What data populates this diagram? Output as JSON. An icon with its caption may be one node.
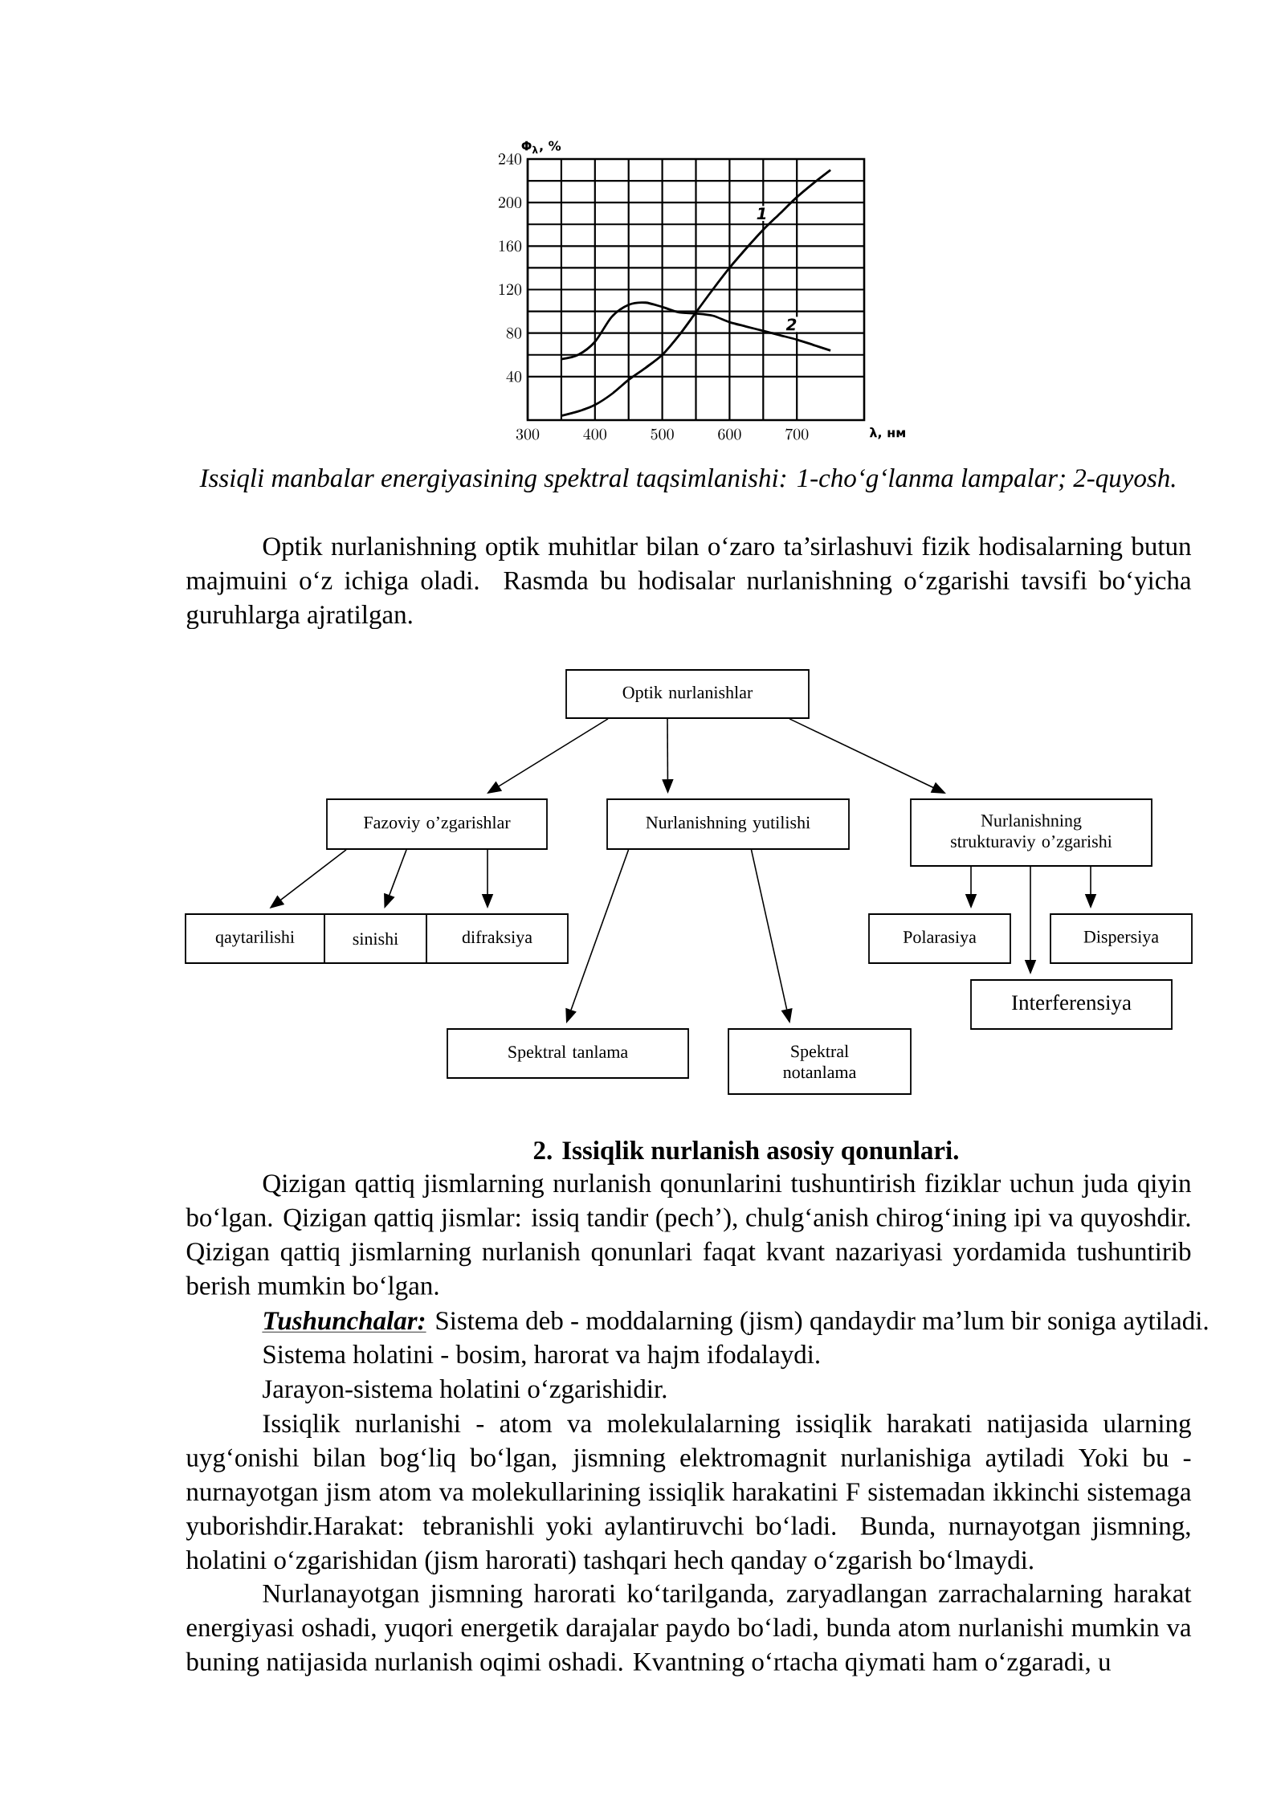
{
  "diagram": {
    "caption": "Issiqli manbalar energiyasining spektral taqsimlanishi: 1-cho‘g‘lanma lampalar; 2-quyosh.",
    "nodes": [
      {
        "text": [
          "Optik nurlanishlar"
        ]
      },
      {
        "text": [
          "Fazoviy o’zgarishlar"
        ]
      },
      {
        "text": [
          "Nurlanishning yutilishi"
        ]
      },
      {
        "text": [
          "Nurlanishning strukturaviy o’zgarishi"
        ]
      },
      {
        "text": [
          "qaytarilishi"
        ]
      },
      {
        "text": [
          "sinishi"
        ]
      },
      {
        "text": [
          "difraksiya"
        ]
      },
      {
        "text": [
          "Polarasiya"
        ]
      },
      {
        "text": [
          "Dispersiya"
        ]
      },
      {
        "text": [
          "Interferensiya"
        ]
      },
      {
        "text": [
          "Spektral tanlama"
        ]
      },
      {
        "text": [
          "Spektral notanlama"
        ]
      }
    ],
    "edges": [
      {
        "from": 0,
        "to": 1,
        "arrow": "to"
      },
      {
        "from": 0,
        "to": 2,
        "arrow": "to"
      },
      {
        "from": 0,
        "to": 3,
        "arrow": "to"
      },
      {
        "from": 1,
        "to": 4,
        "arrow": "to"
      },
      {
        "from": 1,
        "to": 5,
        "arrow": "to"
      },
      {
        "from": 1,
        "to": 6,
        "arrow": "to"
      },
      {
        "from": 2,
        "to": 10,
        "arrow": "to"
      },
      {
        "from": 2,
        "to": 11,
        "arrow": "to"
      },
      {
        "from": 3,
        "to": 7,
        "arrow": "to"
      },
      {
        "from": 3,
        "to": 9,
        "arrow": "to"
      },
      {
        "from": 3,
        "to": 8,
        "arrow": "to"
      }
    ],
    "labels": [
      "Optik nurlanishning optik muhitlar bilan o‘zaro ta’sirlashuvi fizik hodisalarning butun majmuini o‘z ichiga oladi. Rasmda bu hodisalar nurlanishning o‘zgarishi tavsifi bo‘yicha guruhlarga ajratilgan.",
      "2. Issiqlik nurlanish asosiy qonunlari.",
      "Qizigan qattiq jismlarning nurlanish qonunlarini tushuntirish fiziklar uchun juda qiyin bo‘lgan. Qizigan qattiq jismlar: issiq tandir (pech’), chulg‘anish chirog‘ining ipi va quyoshdir. Qizigan qattiq jismlarning nurlanish qonunlari faqat kvant nazariyasi yordamida tushuntirib berish mumkin bo‘lgan.",
      "Tushunchalar:",
      "Sistema deb - moddalarning (jism) qandaydir ma’lum bir soniga aytiladi.",
      "Sistema holatini - bosim, harorat va hajm ifodalaydi.",
      "Jarayon-sistema holatini o‘zgarishidir.",
      "Issiqlik nurlanishi - atom va molekulalarning issiqlik harakati natijasida ularning uyg‘onishi bilan bog‘liq bo‘lgan, jismning elektromagnit nurlanishiga aytiladi Yoki bu - nurnayotgan jism atom va molekullarining issiqlik harakatini F sistemadan ikkinchi sistemaga yuborishdir.Harakat: tebranishli yoki aylantiruvchi bo‘ladi. Bunda, nurnayotgan jismning, holatini o‘zgarishidan (jism harorati) tashqari hech qanday o‘zgarish bo‘lmaydi.",
      "Nurlanayotgan jismning harorati ko‘tarilganda, zaryadlangan zarrachalarning harakat energiyasi oshadi, yuqori energetik darajalar paydo bo‘ladi, bunda atom nurlanishi mumkin va buning natijasida nurlanish oqimi oshadi. Kvantning o‘rtacha qiymati ham o‘zgaradi, u"
    ],
    "chart_data": {
      "type": "line",
      "xlabel": "λ, нм",
      "ylabel": "Φ$_{λ}$, %",
      "x": [
        350,
        375,
        400,
        425,
        450,
        475,
        500,
        525,
        550,
        575,
        600,
        625,
        650,
        675,
        700,
        725,
        750
      ],
      "series": [
        {
          "color": "#000000",
          "values": [
            4,
            8,
            14,
            24,
            37,
            48,
            60,
            78,
            99,
            120,
            140,
            158,
            175,
            190,
            205,
            218,
            230
          ]
        },
        {
          "color": "#000000",
          "values": [
            56,
            60,
            72,
            95,
            106,
            108,
            104,
            99,
            98,
            96,
            90,
            86,
            82,
            78,
            74,
            69,
            64
          ]
        }
      ],
      "xlim": [
        300,
        800
      ],
      "ylim": [
        0,
        240
      ],
      "xticks": [
        300,
        400,
        500,
        600,
        700
      ],
      "yticks": [
        40,
        80,
        120,
        160,
        200,
        240
      ],
      "grid": true,
      "annotations": [
        "1",
        "2"
      ]
    }
  }
}
